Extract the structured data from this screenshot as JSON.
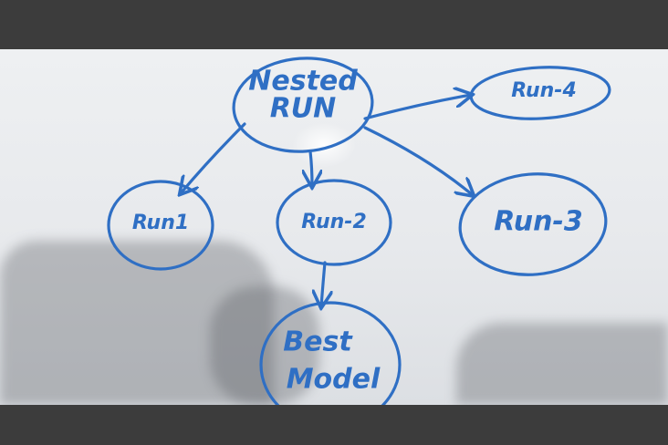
{
  "diagram": {
    "nodes": [
      {
        "id": "nested",
        "lines": [
          "Nested",
          "RUN"
        ]
      },
      {
        "id": "run1",
        "lines": [
          "Run1"
        ]
      },
      {
        "id": "run2",
        "lines": [
          "Run-2"
        ]
      },
      {
        "id": "run3",
        "lines": [
          "Run-3"
        ]
      },
      {
        "id": "run4",
        "lines": [
          "Run-4"
        ]
      },
      {
        "id": "best",
        "lines": [
          "Best",
          "Model"
        ]
      }
    ],
    "edges": [
      {
        "from": "nested",
        "to": "run1"
      },
      {
        "from": "nested",
        "to": "run2"
      },
      {
        "from": "nested",
        "to": "run3"
      },
      {
        "from": "nested",
        "to": "run4"
      },
      {
        "from": "run2",
        "to": "best"
      }
    ],
    "ink_color": "#2f6fc4",
    "board_color": "#eceef0",
    "frame_color": "#3c3c3c"
  }
}
